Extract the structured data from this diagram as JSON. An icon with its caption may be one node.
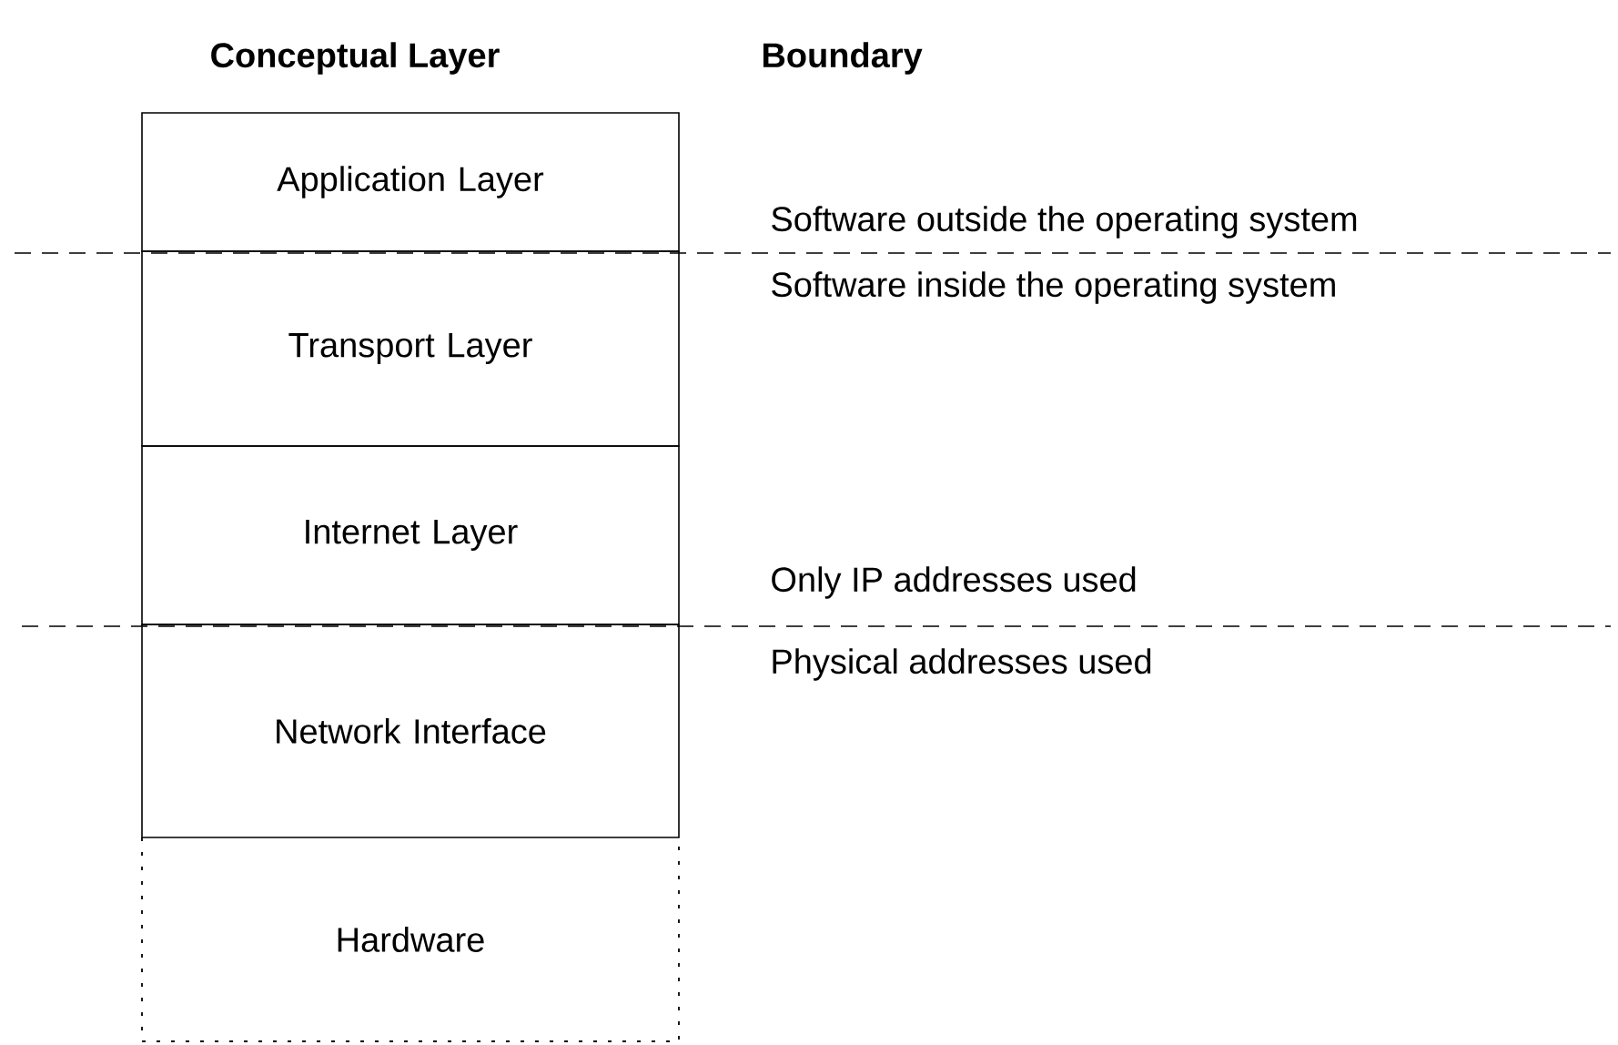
{
  "diagram": {
    "nodes": [
      {
        "text": [
          "Application Layer"
        ]
      },
      {
        "text": [
          "Transport Layer"
        ]
      },
      {
        "text": [
          "Internet Layer"
        ]
      },
      {
        "text": [
          "Network Interface"
        ]
      },
      {
        "text": [
          "Hardware"
        ]
      }
    ],
    "labels": [
      "Conceptual Layer",
      "Boundary",
      "Software outside the operating system",
      "Software inside the operating system",
      "Only IP addresses used",
      "Physical addresses used"
    ]
  }
}
